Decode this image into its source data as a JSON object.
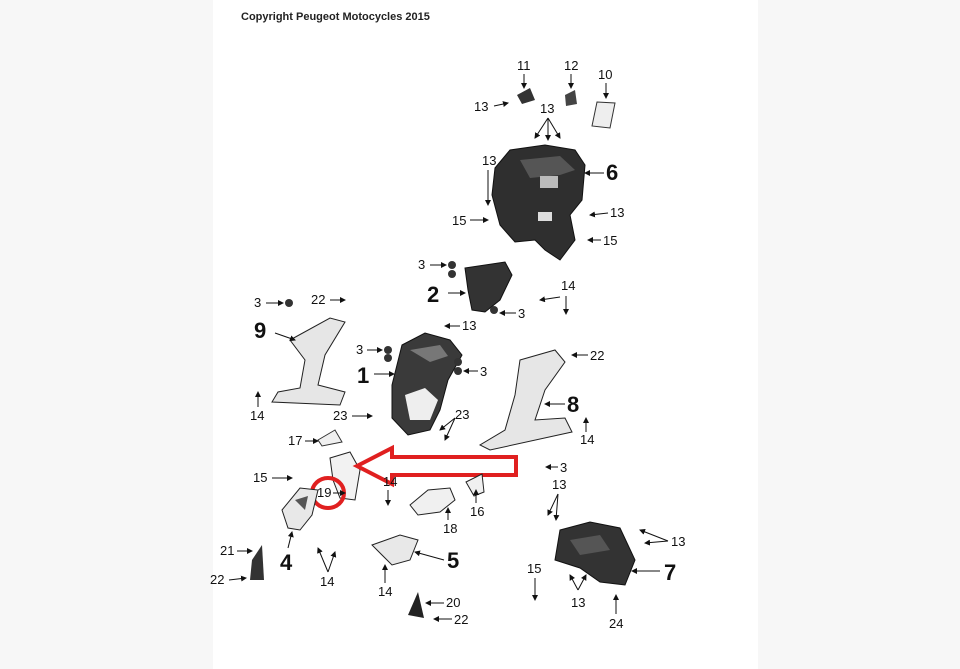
{
  "copyright": "Copyright Peugeot Motocycles 2015",
  "colors": {
    "highlight": "#e02020",
    "part_fill": "#3a3a3a",
    "part_light": "#e6e6e6"
  },
  "part_numbers": {
    "main": [
      "1",
      "2",
      "4",
      "5",
      "6",
      "7",
      "8",
      "9"
    ],
    "fasteners": [
      "3",
      "10",
      "11",
      "12",
      "13",
      "14",
      "15",
      "16",
      "17",
      "18",
      "19",
      "20",
      "21",
      "22",
      "23",
      "24"
    ]
  },
  "highlighted_part": "19",
  "labels": {
    "p1": "1",
    "p2": "2",
    "p4": "4",
    "p5": "5",
    "p6": "6",
    "p7": "7",
    "p8": "8",
    "p9": "9",
    "p10": "10",
    "p11": "11",
    "p12": "12",
    "p16": "16",
    "p17": "17",
    "p18": "18",
    "p19": "19",
    "p20": "20",
    "p21": "21",
    "p24": "24",
    "n3": "3",
    "n13": "13",
    "n14": "14",
    "n15": "15",
    "n22": "22",
    "n23": "23"
  }
}
